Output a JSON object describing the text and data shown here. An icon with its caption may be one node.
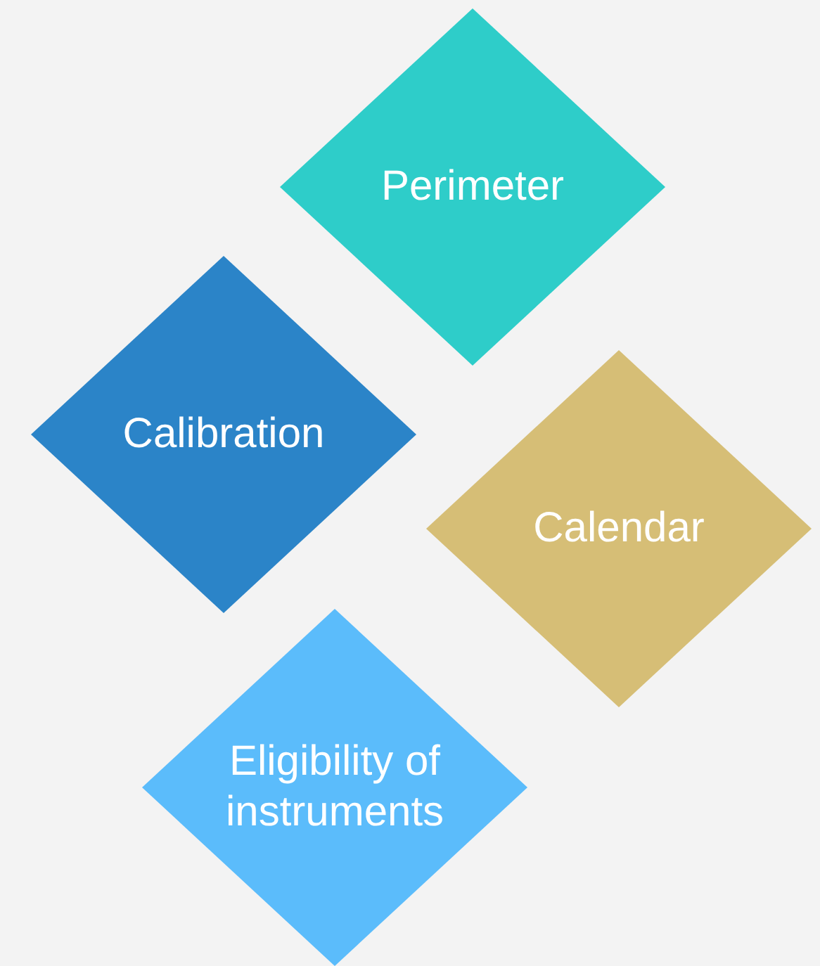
{
  "diagram": {
    "nodes": [
      {
        "text": [
          "Perimeter"
        ]
      },
      {
        "text": [
          "Calibration"
        ]
      },
      {
        "text": [
          "Calendar"
        ]
      },
      {
        "text": [
          "Eligibility of instruments"
        ]
      }
    ]
  }
}
